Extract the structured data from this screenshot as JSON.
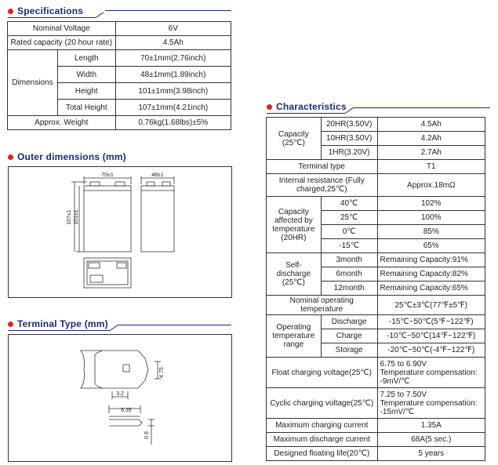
{
  "specifications": {
    "title": "Specifications",
    "nominal_voltage": {
      "label": "Nominal Voltage",
      "value": "6V"
    },
    "rated_capacity": {
      "label": "Rated capacity (20 hour rate)",
      "value": "4.5Ah"
    },
    "dimensions": {
      "label": "Dimensions",
      "rows": [
        {
          "label": "Length",
          "value": "70±1mm(2.76inch)"
        },
        {
          "label": "Width",
          "value": "48±1mm(1.89inch)"
        },
        {
          "label": "Height",
          "value": "101±1mm(3.98inch)"
        },
        {
          "label": "Total Height",
          "value": "107±1mm(4.21inch)"
        }
      ]
    },
    "weight": {
      "label": "Approx. Weight",
      "value": "0.76kg(1.68lbs)±5%"
    }
  },
  "outer_dimensions": {
    "title": "Outer dimensions  (mm)",
    "length_label": "70±1",
    "width_label": "48±1",
    "total_height_label": "107±1",
    "height_label": "101±1"
  },
  "terminal_type": {
    "title": "Terminal Type (mm)",
    "dim_475": "4.75",
    "dim_32": "3.2",
    "dim_635": "6.35",
    "dim_08": "0.8"
  },
  "characteristics": {
    "title": "Characteristics",
    "capacity": {
      "label": "Capacity (25℃)",
      "rows": [
        {
          "rate": "20HR(3.50V)",
          "value": "4.5Ah"
        },
        {
          "rate": "10HR(3.50V)",
          "value": "4.2Ah"
        },
        {
          "rate": "1HR(3.20V)",
          "value": "2.7Ah"
        }
      ]
    },
    "terminal_type": {
      "label": "Terminal type",
      "value": "T1"
    },
    "internal_resistance": {
      "label": "Internal resistance (Fully charged,25℃)",
      "value": "Approx.18mΩ"
    },
    "temp_capacity": {
      "label": "Capacity affected by temperature (20HR)",
      "rows": [
        {
          "temp": "40℃",
          "value": "102%"
        },
        {
          "temp": "25℃",
          "value": "100%"
        },
        {
          "temp": "0℃",
          "value": "85%"
        },
        {
          "temp": "-15℃",
          "value": "65%"
        }
      ]
    },
    "self_discharge": {
      "label": "Self-discharge (25℃)",
      "rows": [
        {
          "period": "3month",
          "value": "Remaining Capacity:91%"
        },
        {
          "period": "6month",
          "value": "Remaining Capacity:82%"
        },
        {
          "period": "12month",
          "value": "Remaining Capacity:65%"
        }
      ]
    },
    "nominal_temp": {
      "label": "Nominal operating temperature",
      "value": "25℃±3℃(77℉±5℉)"
    },
    "op_temp": {
      "label": "Operating temperature range",
      "rows": [
        {
          "mode": "Discharge",
          "value": "-15℃~50℃(5℉~122℉)"
        },
        {
          "mode": "Charge",
          "value": "-10℃~50℃(14℉~122℉)"
        },
        {
          "mode": "Storage",
          "value": "-20℃~50℃(-4℉~122℉)"
        }
      ]
    },
    "float_charging": {
      "label": "Float charging voltage(25℃)",
      "line1": "6.75 to 6.90V",
      "line2": "Temperature compensation:",
      "line3": "-9mV/℃"
    },
    "cyclic_charging": {
      "label": "Cyclic charging voltage(25℃)",
      "line1": "7.25 to 7.50V",
      "line2": "Temperature compensation:",
      "line3": "-15mV/℃"
    },
    "max_charging": {
      "label": "Maximum charging current",
      "value": "1.35A"
    },
    "max_discharge": {
      "label": "Maximum discharge current",
      "value": "68A(5 sec.)"
    },
    "float_life": {
      "label": "Designed floating life(20℃)",
      "value": "5 years"
    }
  }
}
